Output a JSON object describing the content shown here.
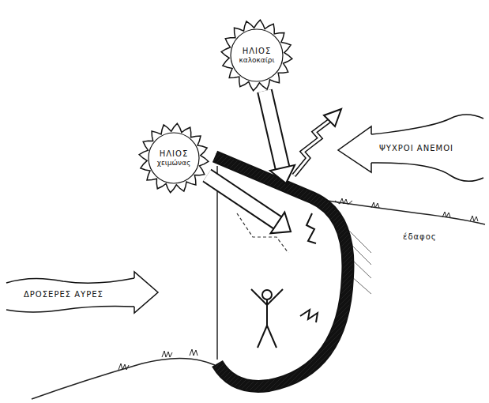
{
  "diagram": {
    "nodes": [
      {
        "text": [
          "ΗΛΙΟΣ",
          "καλοκαίρι"
        ]
      },
      {
        "text": [
          "ΗΛΙΟΣ",
          "χειμώνας"
        ]
      }
    ],
    "labels": [
      "ΨΥΧΡΟΙ ΑΝΕΜΟΙ",
      "ΔΡΟΣΕΡΕΣ ΑΥΡΕΣ",
      "έδαφος"
    ]
  }
}
